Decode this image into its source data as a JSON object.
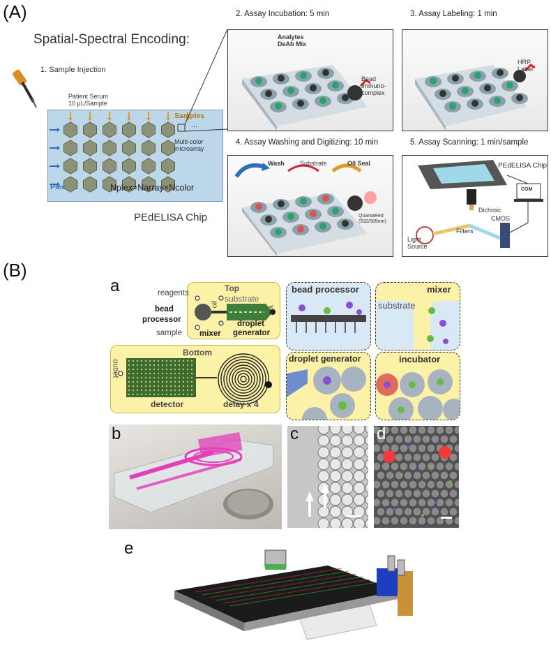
{
  "panelA": {
    "label": "(A)",
    "heading": "Spatial-Spectral Encoding:",
    "step1": "1. Sample Injection",
    "serum_line1": "Patient Serum",
    "serum_line2": "10 μL/Sample",
    "samples": "Samples",
    "dots": "...",
    "multicolor_line1": "Multi-color",
    "multicolor_line2": "microarray",
    "plex": "Plex",
    "vdots": "⋮",
    "formula": "Nplex=Narray×Ncolor",
    "chip_name": "PEdELISA Chip",
    "step2": "2. Assay Incubation: 5 min",
    "analytes_line1": "Analytes",
    "analytes_line2": "DeAb Mix",
    "bead_line1": "Bead",
    "bead_line2": "Immuno-",
    "bead_line3": "complex",
    "step3": "3. Assay Labeling: 1 min",
    "hrp_line1": "HRP",
    "hrp_line2": "Label",
    "step4": "4. Assay Washing and Digitizing: 10 min",
    "wash": "Wash",
    "substrate": "Substrate",
    "oil_seal": "Oil Seal",
    "quanta_line1": "QuantaRed",
    "quanta_line2": "(532/585nm)",
    "step5": "5. Assay Scanning: 1 min/sample",
    "scan_chip": "PEdELISA Chip",
    "com": "COM",
    "dichroic": "Dichroic",
    "filters": "Filters",
    "cmos": "CMOS",
    "light_line1": "Light",
    "light_line2": "Source"
  },
  "panelB": {
    "label": "(B)",
    "a": "a",
    "b": "b",
    "c": "c",
    "d": "d",
    "e": "e",
    "top": "Top",
    "reagents": "reagents",
    "oil": "oil",
    "substrate": "substrate",
    "bead_line1": "bead",
    "bead_line2": "processor",
    "sample": "sample",
    "mixer": "mixer",
    "droplet_line1": "droplet",
    "droplet_line2": "generator",
    "via": "via",
    "bottom": "Bottom",
    "outlet": "outlet",
    "detector": "detector",
    "delay": "delay x 4",
    "bead_processor_title": "bead processor",
    "mixer_title": "mixer",
    "mixer_substrate": "substrate",
    "droplet_generator_title": "droplet generator",
    "incubator_title": "incubator"
  },
  "colors": {
    "chip_bg": "#bcd6ea",
    "hex_fill": "#8c9277",
    "arrow_orange": "#e09a2a",
    "arrow_blue": "#2f6fb3",
    "yellow_panel": "#fbf1a7",
    "blue_panel": "#d9e8f5",
    "magenta": "#e23fb8"
  }
}
